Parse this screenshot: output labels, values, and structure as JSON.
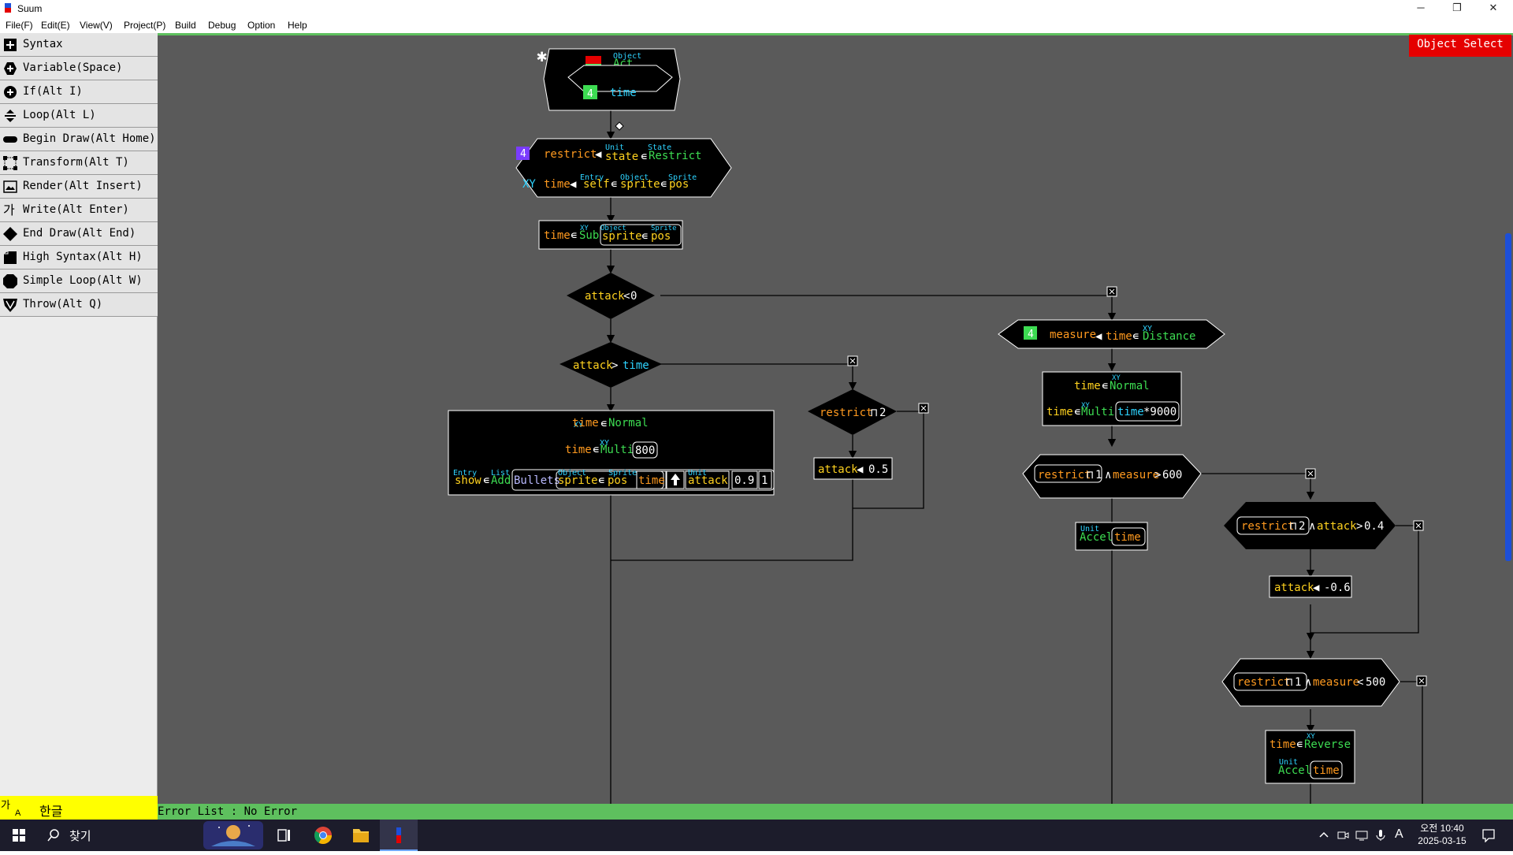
{
  "window": {
    "title": "Suum",
    "controls": {
      "minimize": "─",
      "maximize": "❐",
      "close": "✕"
    }
  },
  "menu": [
    "File(F)",
    "Edit(E)",
    "View(V)",
    "Project(P)",
    "Build",
    "Debug",
    "Option",
    "Help"
  ],
  "tools": [
    {
      "label": "Syntax",
      "icon": "plus-square-icon"
    },
    {
      "label": "Variable(Space)",
      "icon": "hexagon-plus-icon"
    },
    {
      "label": "If(Alt I)",
      "icon": "circle-plus-icon"
    },
    {
      "label": "Loop(Alt L)",
      "icon": "loop-arrows-icon"
    },
    {
      "label": "Begin Draw(Alt Home)",
      "icon": "begin-draw-icon"
    },
    {
      "label": "Transform(Alt T)",
      "icon": "transform-icon"
    },
    {
      "label": "Render(Alt Insert)",
      "icon": "render-icon"
    },
    {
      "label": "Write(Alt Enter)",
      "icon": "hangul-write-icon"
    },
    {
      "label": "End Draw(Alt End)",
      "icon": "diamond-icon"
    },
    {
      "label": "High Syntax(Alt H)",
      "icon": "high-syntax-icon"
    },
    {
      "label": "Simple Loop(Alt W)",
      "icon": "octagon-icon"
    },
    {
      "label": "Throw(Alt Q)",
      "icon": "shield-v-icon"
    }
  ],
  "ime": {
    "glyph": "가",
    "sub": "A",
    "label": "한글"
  },
  "object_select": "Object Select",
  "error_list": "Error List : No Error",
  "colors": {
    "canvas": "#5a5a5a",
    "node": "#000000",
    "keyword_orange": "#ff9a1f",
    "value_yellow": "#ffd21f",
    "type_green": "#3ddc52",
    "cyan": "#2ed3ff",
    "accent_green": "#5ec05e",
    "red": "#e50000",
    "blue": "#1d4fd8"
  },
  "flow": {
    "start": {
      "tag": "Object",
      "name": "Act",
      "var_num": "4",
      "var": "time"
    },
    "n1": {
      "num": "4",
      "var": "restrict",
      "tag1": "Unit",
      "val1": "state",
      "tag2": "State",
      "val2": "Restrict",
      "xy": "XY",
      "var2": "time",
      "tag3": "Entry",
      "val3": "self",
      "tag4": "Object",
      "val4": "sprite",
      "tag5": "Sprite",
      "val5": "pos"
    },
    "n2": {
      "var": "time",
      "tag1": "XY",
      "fn": "Sub",
      "tag2": "Object",
      "val2": "sprite",
      "tag3": "Sprite",
      "val3": "pos"
    },
    "d1": {
      "l": "attack",
      "op": "<",
      "r": "0"
    },
    "d2": {
      "l": "attack",
      "op": ">",
      "r": "time"
    },
    "b1": {
      "r1_var": "time",
      "r1_tag": "XY",
      "r1_fn": "Normal",
      "r2_var": "time",
      "r2_tag": "XY",
      "r2_fn": "Multi",
      "r2_arg": "800",
      "r3_tag1": "Entry",
      "r3_var": "show",
      "r3_tag2": "List",
      "r3_fn": "Add",
      "r3_cls": "Bullets",
      "r3_tag3": "Object",
      "r3_a": "sprite",
      "r3_tag4": "Sprite",
      "r3_b": "pos",
      "r3_c": "time",
      "r3_tag5": "Unit",
      "r3_d": "attack",
      "r3_e": "0.9",
      "r3_f": "1"
    },
    "d3": {
      "l": "restrict",
      "op": "⊓",
      "r": "2"
    },
    "b2": {
      "var": "attack",
      "val": "0.5"
    },
    "n3": {
      "num": "4",
      "var": "measure",
      "var2": "time",
      "tag": "XY",
      "fn": "Distance"
    },
    "b3": {
      "r1_var": "time",
      "r1_tag": "XY",
      "r1_fn": "Normal",
      "r2_var": "time",
      "r2_tag": "XY",
      "r2_fn": "Multi",
      "r2_arg_var": "time",
      "r2_arg": "*9000"
    },
    "d4": {
      "a": "restrict",
      "op1": "⊓",
      "n": "1",
      "and": "∧",
      "b": "measure",
      "op2": ">",
      "v": "600"
    },
    "b4": {
      "tag": "Unit",
      "fn": "Accel",
      "arg": "time"
    },
    "d5": {
      "a": "restrict",
      "op1": "⊓",
      "n": "2",
      "and": "∧",
      "b": "attack",
      "op2": ">",
      "v": "0.4"
    },
    "b5": {
      "var": "attack",
      "val": "-0.6"
    },
    "d6": {
      "a": "restrict",
      "op1": "⊓",
      "n": "1",
      "and": "∧",
      "b": "measure",
      "op2": "<",
      "v": "500"
    },
    "b6": {
      "r1_var": "time",
      "r1_tag": "XY",
      "r1_fn": "Reverse",
      "r2_tag": "Unit",
      "r2_fn": "Accel",
      "r2_arg": "time"
    }
  },
  "taskbar": {
    "search": "찾기",
    "time": "오전 10:40",
    "date": "2025-03-15",
    "lang": "A"
  }
}
